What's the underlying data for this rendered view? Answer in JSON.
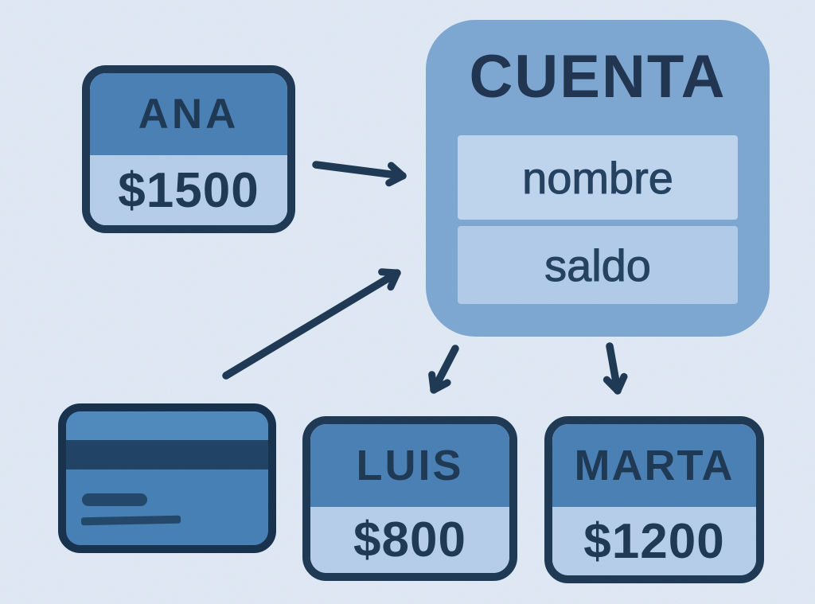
{
  "class_box": {
    "title": "CUENTA",
    "fields": [
      "nombre",
      "saldo"
    ]
  },
  "instances": [
    {
      "name": "ANA",
      "balance": "$1500"
    },
    {
      "name": "LUIS",
      "balance": "$800"
    },
    {
      "name": "MARTA",
      "balance": "$1200"
    }
  ],
  "icons": {
    "credit_card": "credit-card-icon"
  },
  "colors": {
    "background": "#e1eaf5",
    "instance_top_blue": "#4b80b5",
    "instance_bottom_blue": "#b7cfe9",
    "class_box_blue": "#7ea8d2",
    "field_row_blue": "#bcd4ec",
    "dark_navy": "#1e3853",
    "card_stripe_navy": "#1f4265"
  }
}
